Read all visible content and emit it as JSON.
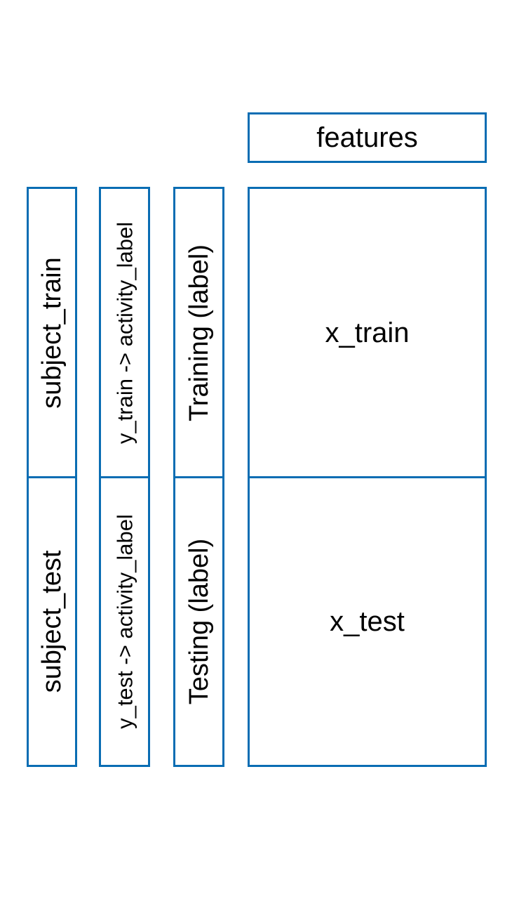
{
  "diagram": {
    "features": "features",
    "x_train": "x_train",
    "x_test": "x_test",
    "subject_train": "subject_train",
    "subject_test": "subject_test",
    "y_train": "y_train -> activity_label",
    "y_test": "y_test -> activity_label",
    "training_label": "Training (label)",
    "testing_label": "Testing (label)"
  },
  "colors": {
    "border": "#0a6db3",
    "text": "#000000",
    "background": "#ffffff"
  }
}
